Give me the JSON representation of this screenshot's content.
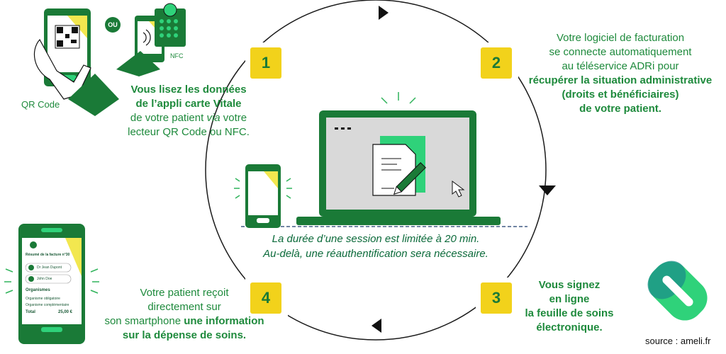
{
  "steps": [
    {
      "number": "1"
    },
    {
      "number": "2"
    },
    {
      "number": "3"
    },
    {
      "number": "4"
    }
  ],
  "step1": {
    "bold_line1": "Vous lisez les données",
    "bold_line2": "de l’appli carte Vitale",
    "line3_pre": "de votre patient ",
    "line3_italic": "via",
    "line3_post": " votre",
    "line4": "lecteur QR Code ou NFC."
  },
  "step2": {
    "line1": "Votre logiciel de facturation",
    "line2": "se connecte automatiquement",
    "line3": "au téléservice ADRi pour",
    "bold_line4": "récupérer la situation administrative",
    "bold_line5": "(droits et bénéficiaires)",
    "bold_line6": "de votre patient."
  },
  "step3": {
    "line1": "Vous signez",
    "line2": "en ligne",
    "line3": "la feuille de soins",
    "line4": "électronique."
  },
  "step4": {
    "line1": "Votre patient reçoit",
    "line2": "directement sur",
    "line3_pre": "son smartphone ",
    "line3_bold": "une information",
    "bold_line4": "sur la dépense de soins."
  },
  "session_note": {
    "line1": "La durée d’une session est limitée à 20 min.",
    "line2": "Au-delà, une réauthentification sera nécessaire."
  },
  "labels": {
    "qr_code": "QR Code",
    "ou": "OU",
    "nfc": "NFC"
  },
  "phone_invoice": {
    "title": "Résumé de la facture n°30",
    "people": [
      "Dr Jean Dupont",
      "John Doe"
    ],
    "section": "Organismes",
    "org1": "Organisme obligatoire",
    "org2": "Organisme complémentaire",
    "total_label": "Total",
    "total_value": "25,00 €"
  },
  "source": "source : ameli.fr",
  "colors": {
    "dark_green": "#1a7a37",
    "bright_green": "#2fd27a",
    "yellow": "#f2d21b",
    "screen_grey": "#d6d6d6"
  }
}
